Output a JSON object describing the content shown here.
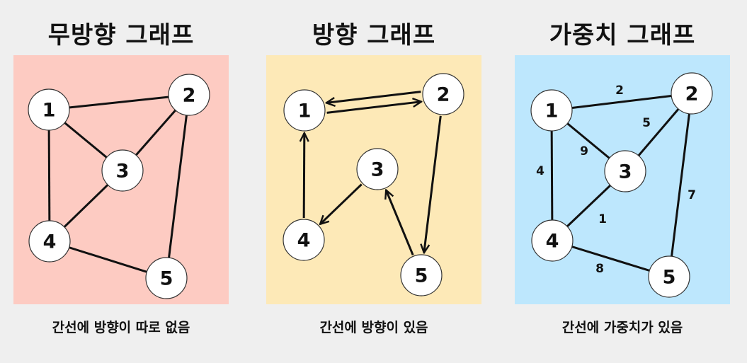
{
  "panels": [
    {
      "title": "무방향 그래프",
      "caption": "간선에 방향이 따로 없음",
      "bg": "#fdcbc2",
      "kind": "undirected",
      "nodes": [
        {
          "id": "1",
          "label": "1"
        },
        {
          "id": "2",
          "label": "2"
        },
        {
          "id": "3",
          "label": "3"
        },
        {
          "id": "4",
          "label": "4"
        },
        {
          "id": "5",
          "label": "5"
        }
      ],
      "edges": [
        {
          "from": "1",
          "to": "2"
        },
        {
          "from": "1",
          "to": "3"
        },
        {
          "from": "1",
          "to": "4"
        },
        {
          "from": "2",
          "to": "3"
        },
        {
          "from": "2",
          "to": "5"
        },
        {
          "from": "3",
          "to": "4"
        },
        {
          "from": "4",
          "to": "5"
        }
      ]
    },
    {
      "title": "방향 그래프",
      "caption": "간선에 방향이 있음",
      "bg": "#fde9b7",
      "kind": "directed",
      "nodes": [
        {
          "id": "1",
          "label": "1"
        },
        {
          "id": "2",
          "label": "2"
        },
        {
          "id": "3",
          "label": "3"
        },
        {
          "id": "4",
          "label": "4"
        },
        {
          "id": "5",
          "label": "5"
        }
      ],
      "edges": [
        {
          "from": "1",
          "to": "2"
        },
        {
          "from": "2",
          "to": "1"
        },
        {
          "from": "2",
          "to": "5"
        },
        {
          "from": "5",
          "to": "3"
        },
        {
          "from": "3",
          "to": "4"
        },
        {
          "from": "4",
          "to": "1"
        }
      ]
    },
    {
      "title": "가중치 그래프",
      "caption": "간선에 가중치가 있음",
      "bg": "#bde7fd",
      "kind": "weighted",
      "nodes": [
        {
          "id": "1",
          "label": "1"
        },
        {
          "id": "2",
          "label": "2"
        },
        {
          "id": "3",
          "label": "3"
        },
        {
          "id": "4",
          "label": "4"
        },
        {
          "id": "5",
          "label": "5"
        }
      ],
      "edges": [
        {
          "from": "1",
          "to": "2",
          "weight": "2"
        },
        {
          "from": "1",
          "to": "3",
          "weight": "9"
        },
        {
          "from": "1",
          "to": "4",
          "weight": "4"
        },
        {
          "from": "2",
          "to": "3",
          "weight": "5"
        },
        {
          "from": "2",
          "to": "5",
          "weight": "7"
        },
        {
          "from": "3",
          "to": "4",
          "weight": "1"
        },
        {
          "from": "4",
          "to": "5",
          "weight": "8"
        }
      ]
    }
  ]
}
